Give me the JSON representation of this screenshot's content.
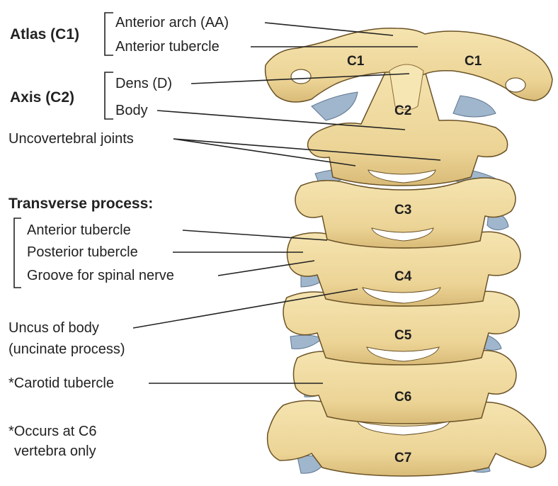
{
  "groups": {
    "atlas": "Atlas (C1)",
    "axis": "Axis (C2)",
    "transverse": "Transverse process:"
  },
  "labels": {
    "anterior_arch": "Anterior arch (AA)",
    "anterior_tubercle_c1": "Anterior tubercle",
    "dens": "Dens (D)",
    "body": "Body",
    "uncovertebral": "Uncovertebral joints",
    "tp_anterior_tubercle": "Anterior tubercle",
    "tp_posterior_tubercle": "Posterior tubercle",
    "tp_groove": "Groove for spinal nerve",
    "uncus_line1": "Uncus of body",
    "uncus_line2": "(uncinate process)",
    "carotid": "*Carotid tubercle",
    "note_line1": "*Occurs at C6",
    "note_line2": "vertebra only"
  },
  "vertebra_labels": {
    "c1_left": "C1",
    "c1_right": "C1",
    "c2": "C2",
    "c3": "C3",
    "c4": "C4",
    "c5": "C5",
    "c6": "C6",
    "c7": "C7"
  },
  "colors": {
    "bone": "#f0dca0",
    "bone_shadow": "#c9aa6a",
    "outline": "#6b5226",
    "cartilage": "#9fb6cc",
    "leader": "#222222"
  }
}
